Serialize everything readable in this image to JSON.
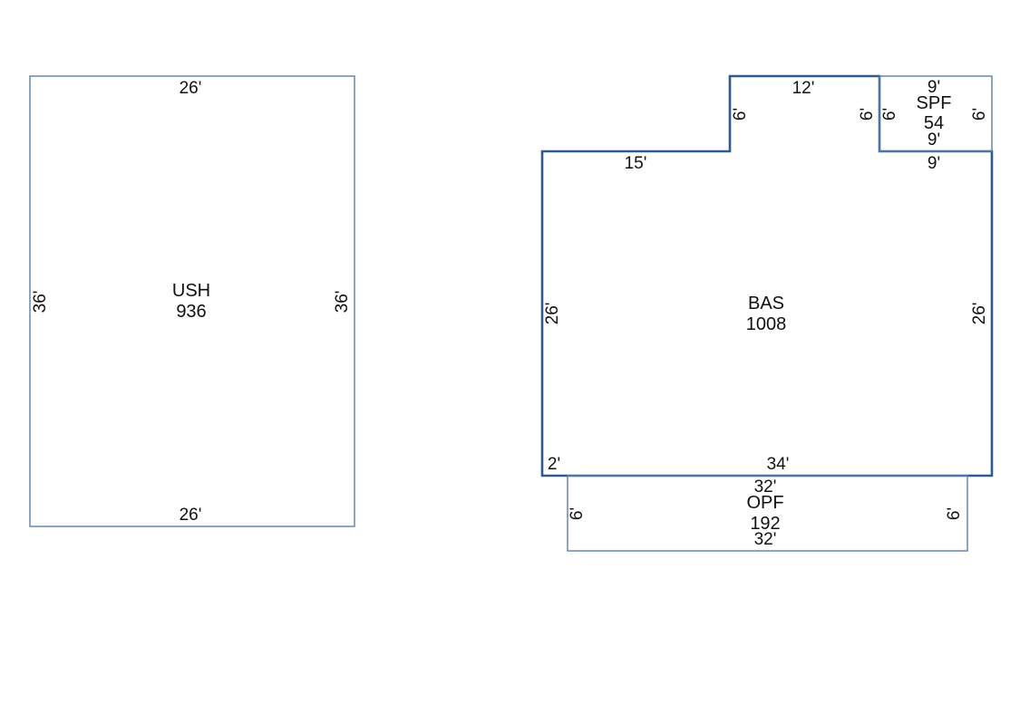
{
  "colors": {
    "outline": "#5b7fa8",
    "outline_dark": "#2f5a8c",
    "text": "#111111",
    "background": "#ffffff"
  },
  "areas": {
    "ush": {
      "code": "USH",
      "area": "936",
      "top": "26'",
      "bottom": "26'",
      "left": "36'",
      "right": "36'"
    },
    "bas": {
      "code": "BAS",
      "area": "1008",
      "notch_top": "12'",
      "notch_left": "6'",
      "notch_right": "6'",
      "upper_left": "15'",
      "left": "26'",
      "right": "26'",
      "bottom": "34'",
      "offset": "2'",
      "under_spf": "9'"
    },
    "spf": {
      "code": "SPF",
      "area": "54",
      "top": "9'",
      "bottom": "9'",
      "left": "6'",
      "right": "6'"
    },
    "opf": {
      "code": "OPF",
      "area": "192",
      "top": "32'",
      "bottom": "32'",
      "left": "6'",
      "right": "6'"
    }
  }
}
